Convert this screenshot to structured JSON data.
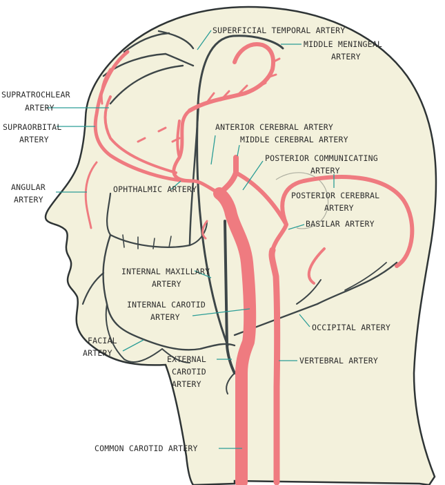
{
  "colors": {
    "skin": "#f3f1dc",
    "outline": "#2e3435",
    "artery": "#ef7b80",
    "vein": "#3d4648",
    "leader": "#2a9d96",
    "text": "#2b2b2b"
  },
  "labels": {
    "superficial_temporal": [
      "SUPERFICIAL TEMPORAL ARTERY"
    ],
    "middle_meningeal": [
      "MIDDLE MENINGEAL",
      "ARTERY"
    ],
    "supratrochlear": [
      "SUPRATROCHLEAR",
      "ARTERY"
    ],
    "supraorbital": [
      "SUPRAORBITAL",
      "ARTERY"
    ],
    "anterior_cerebral": [
      "ANTERIOR CEREBRAL ARTERY"
    ],
    "middle_cerebral": [
      "MIDDLE CEREBRAL ARTERY"
    ],
    "posterior_communicating": [
      "POSTERIOR COMMUNICATING",
      "ARTERY"
    ],
    "angular": [
      "ANGULAR",
      "ARTERY"
    ],
    "ophthalmic": [
      "OPHTHALMIC ARTERY"
    ],
    "posterior_cerebral": [
      "POSTERIOR CEREBRAL",
      "ARTERY"
    ],
    "basilar": [
      "BASILAR ARTERY"
    ],
    "internal_maxillary": [
      "INTERNAL MAXILLARY",
      "ARTERY"
    ],
    "internal_carotid": [
      "INTERNAL CAROTID",
      "ARTERY"
    ],
    "occipital": [
      "OCCIPITAL ARTERY"
    ],
    "facial": [
      "FACIAL",
      "ARTERY"
    ],
    "external_carotid": [
      "EXTERNAL",
      "CAROTID",
      "ARTERY"
    ],
    "vertebral": [
      "VERTEBRAL ARTERY"
    ],
    "common_carotid": [
      "COMMON CAROTID ARTERY"
    ]
  }
}
